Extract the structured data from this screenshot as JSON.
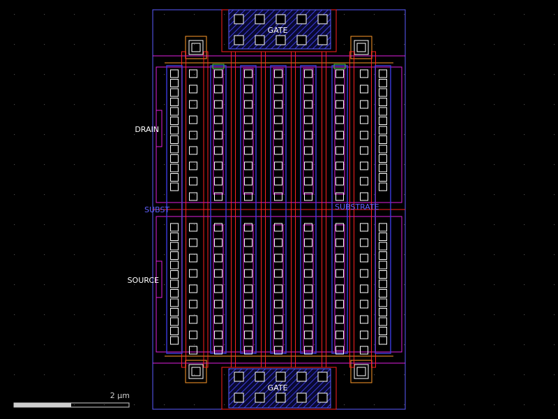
{
  "labels": {
    "gate_top": "GATE",
    "gate_bottom": "GATE",
    "drain": "DRAIN",
    "source": "SOURCE",
    "substrate_left": "SUBST",
    "substrate_right": "SUBSTRATE",
    "scale_bar": "2 μm"
  },
  "colors": {
    "background": "#000000",
    "grid_dot": "#4a4a4a",
    "outline_blue": "#5c5cff",
    "metal_blue": "#3b3bdf",
    "poly_red": "#ff2020",
    "magenta": "#e020e0",
    "orange": "#ff9a2a",
    "green": "#40d040",
    "white": "#ffffff",
    "label_text": "#ffffff",
    "substrate_text": "#6060ff"
  }
}
